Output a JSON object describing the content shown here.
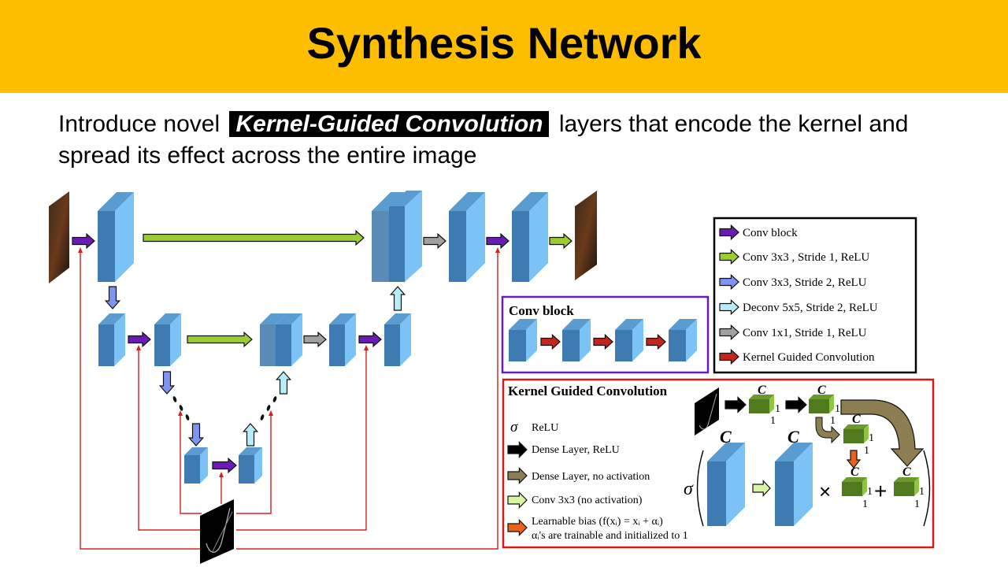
{
  "slide": {
    "title": "Synthesis Network",
    "subtitle_before": "Introduce novel ",
    "subtitle_highlight": "Kernel-Guided Convolution",
    "subtitle_after": " layers that encode the kernel and spread its effect across the entire image"
  },
  "colors": {
    "banner": "#FDBE00",
    "conv_block_arrow": "#6A1BB5",
    "conv3x3_s1_arrow": "#9ACD32",
    "conv3x3_s2_arrow": "#7F94F0",
    "deconv_arrow": "#B8ECF7",
    "conv1x1_arrow": "#A0A0A0",
    "kgc_arrow": "#C0261C",
    "kernel_line": "#D62020",
    "cube_front": "#3E7BB0",
    "cube_side": "#7CC3F5",
    "cube_top": "#5A9BD0",
    "green_cube": "#4F7A1E"
  },
  "legend": {
    "items": [
      {
        "label": "Conv block",
        "icon": "purple-arrow-icon"
      },
      {
        "label": "Conv 3x3 , Stride 1, ReLU",
        "icon": "green-arrow-icon"
      },
      {
        "label": "Conv 3x3, Stride 2, ReLU",
        "icon": "blue-arrow-icon"
      },
      {
        "label": "Deconv 5x5, Stride 2, ReLU",
        "icon": "lightblue-arrow-icon"
      },
      {
        "label": "Conv 1x1, Stride 1, ReLU",
        "icon": "gray-arrow-icon"
      },
      {
        "label": "Kernel Guided Convolution",
        "icon": "red-arrow-icon"
      }
    ]
  },
  "conv_block_panel": {
    "title": "Conv block"
  },
  "kgc_panel": {
    "title": "Kernel Guided Convolution",
    "legend": [
      {
        "symbol": "σ",
        "label": "ReLU"
      },
      {
        "icon": "black-arrow-icon",
        "label": "Dense Layer, ReLU"
      },
      {
        "icon": "olive-arrow-icon",
        "label": "Dense Layer, no activation"
      },
      {
        "icon": "palegreen-arrow-icon",
        "label": "Conv 3x3 (no activation)"
      },
      {
        "icon": "orange-arrow-icon",
        "label": "Learnable bias (f(xᵢ) = xᵢ + αᵢ)",
        "label2": "αᵢ's are trainable and initialized to 1"
      }
    ],
    "sigma": "σ",
    "channel_label": "C",
    "one": "1",
    "times": "×",
    "plus": "+"
  }
}
